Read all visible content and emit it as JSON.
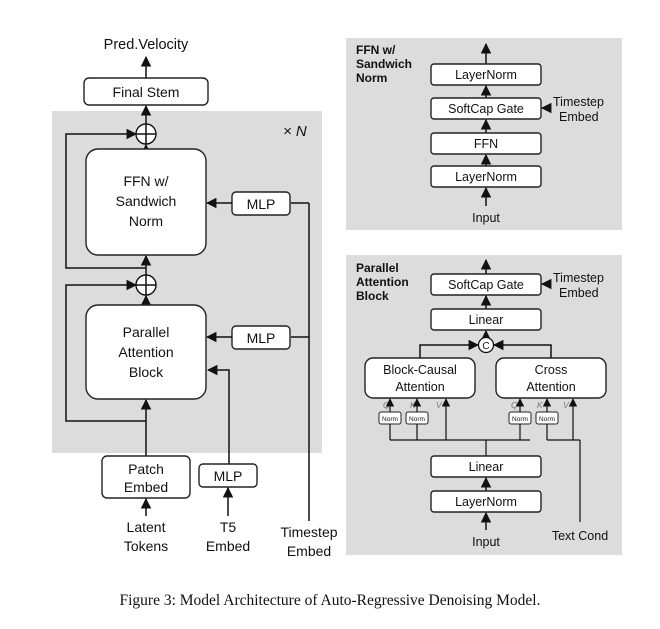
{
  "left": {
    "pred_velocity": "Pred.Velocity",
    "final_stem": "Final Stem",
    "repeat": "× N",
    "ffn_block": [
      "FFN w/",
      "Sandwich",
      "Norm"
    ],
    "mlp": "MLP",
    "attn_block": [
      "Parallel",
      "Attention",
      "Block"
    ],
    "patch_embed": [
      "Patch",
      "Embed"
    ],
    "inputs": {
      "latent": [
        "Latent",
        "Tokens"
      ],
      "t5": [
        "T5",
        "Embed"
      ],
      "timestep": [
        "Timestep",
        "Embed"
      ]
    }
  },
  "ffn_panel": {
    "title": [
      "FFN w/",
      "Sandwich",
      "Norm"
    ],
    "layernorm": "LayerNorm",
    "softcap": "SoftCap Gate",
    "ffn": "FFN",
    "timestep": [
      "Timestep",
      "Embed"
    ],
    "input": "Input"
  },
  "attn_panel": {
    "title": [
      "Parallel",
      "Attention",
      "Block"
    ],
    "softcap": "SoftCap Gate",
    "timestep": [
      "Timestep",
      "Embed"
    ],
    "linear": "Linear",
    "concat": "C",
    "block_causal": [
      "Block-Causal",
      "Attention"
    ],
    "cross": [
      "Cross",
      "Attention"
    ],
    "norm": "Norm",
    "qkv": [
      "Q",
      "K",
      "V"
    ],
    "layernorm": "LayerNorm",
    "input": "Input",
    "text_cond": "Text Cond"
  },
  "caption": "Figure 3: Model Architecture of Auto-Regressive Denoising Model.",
  "colors": {
    "panel": "#dcdcdc",
    "stroke": "#222222"
  }
}
